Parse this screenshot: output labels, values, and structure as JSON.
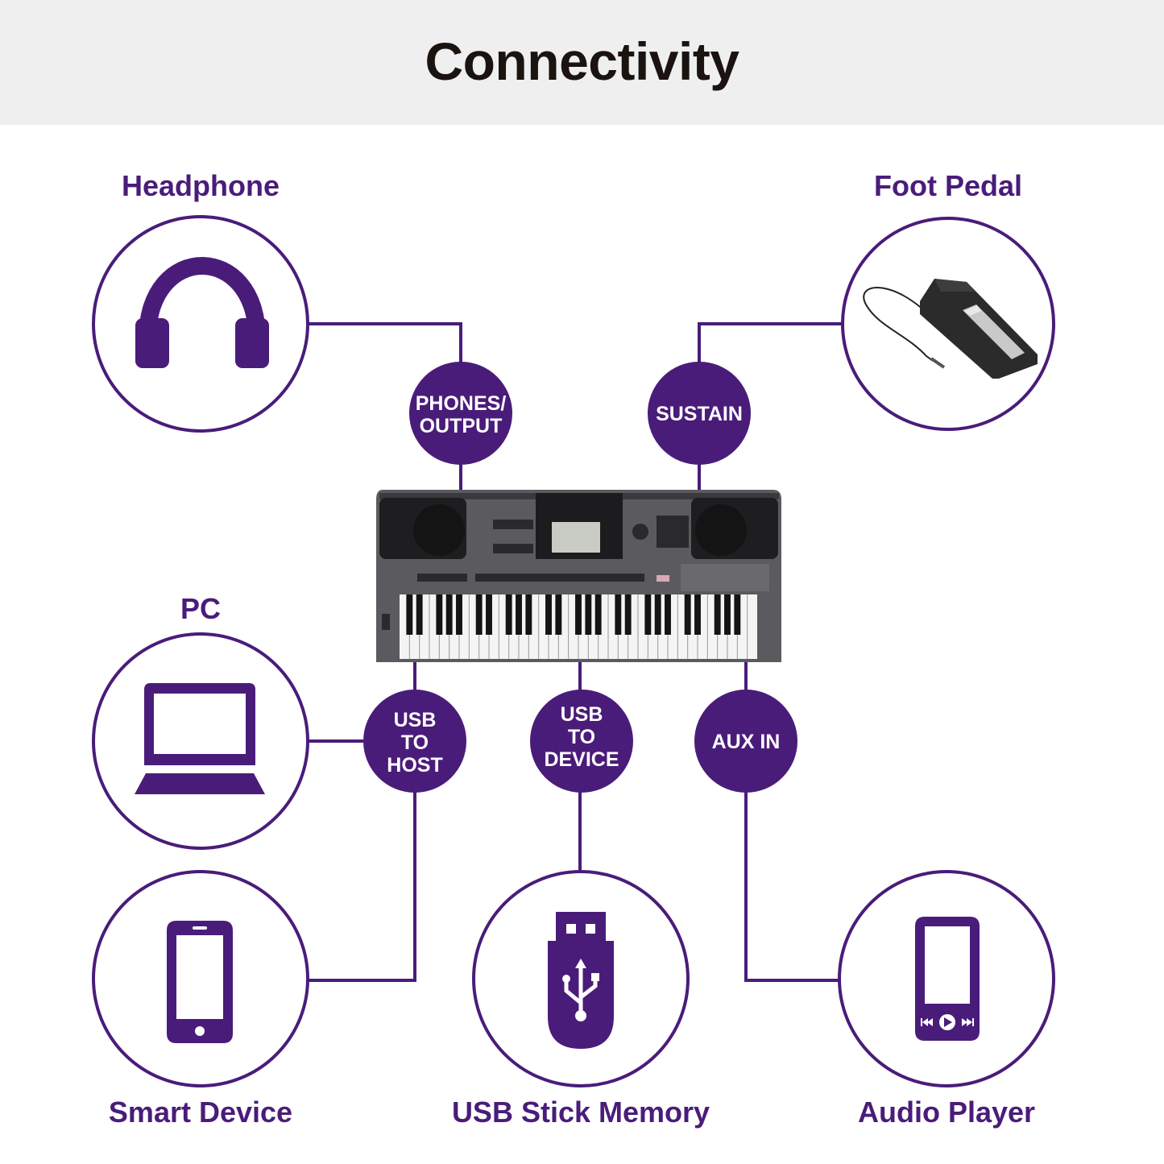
{
  "title": "Connectivity",
  "colors": {
    "accent": "#4a1c7a",
    "header_bg": "#efefef",
    "text_dark": "#1a1310"
  },
  "devices": {
    "headphone": {
      "label": "Headphone",
      "icon": "headphones-icon"
    },
    "foot_pedal": {
      "label": "Foot Pedal",
      "icon": "sustain-pedal-image"
    },
    "pc": {
      "label": "PC",
      "icon": "laptop-icon"
    },
    "smart_device": {
      "label": "Smart Device",
      "icon": "smartphone-icon"
    },
    "usb_stick": {
      "label": "USB Stick Memory",
      "icon": "usb-stick-icon"
    },
    "audio_player": {
      "label": "Audio Player",
      "icon": "audio-player-icon"
    }
  },
  "ports": {
    "phones": {
      "label": "PHONES/\nOUTPUT"
    },
    "sustain": {
      "label": "SUSTAIN"
    },
    "usb_host": {
      "label": "USB\nTO\nHOST"
    },
    "usb_device": {
      "label": "USB\nTO\nDEVICE"
    },
    "aux_in": {
      "label": "AUX IN"
    }
  },
  "keyboard": {
    "icon": "keyboard-image"
  }
}
